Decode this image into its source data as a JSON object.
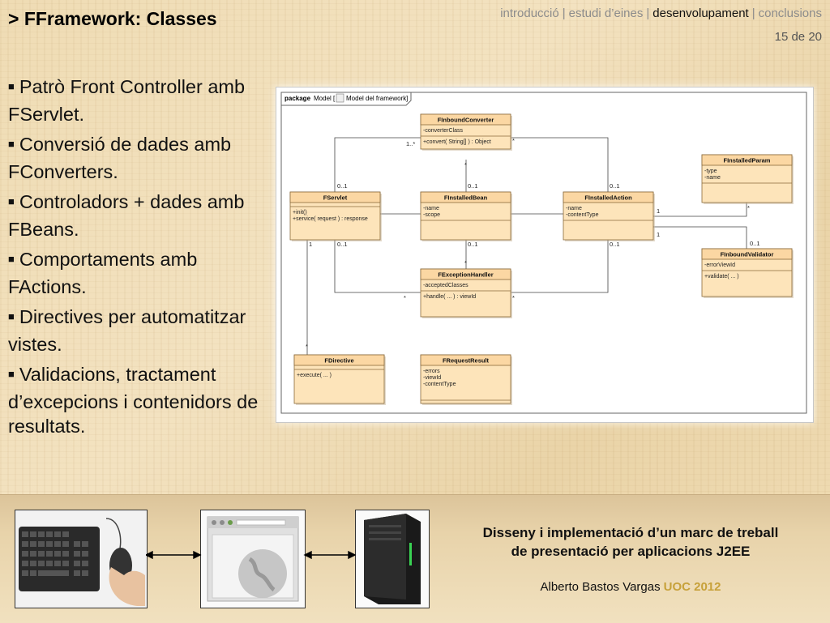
{
  "slide": {
    "title": "> FFramework: Classes",
    "number": "15 de 20"
  },
  "nav": {
    "items": [
      {
        "label": "introducció",
        "active": false
      },
      {
        "label": "estudi d’eines",
        "active": false
      },
      {
        "label": "desenvolupament",
        "active": true
      },
      {
        "label": "conclusions",
        "active": false
      }
    ],
    "separator": "|"
  },
  "bullets": [
    "Patrò Front Controller amb FServlet.",
    "Conversió de dades amb FConverters.",
    "Controladors + dades amb FBeans.",
    "Comportaments amb FActions.",
    "Directives per automatitzar vistes.",
    "Validacions, tractament d’excepcions i contenidors de resultats."
  ],
  "bullet_marker": "■",
  "diagram": {
    "package_label": "package",
    "package_name": "Model",
    "diagram_name": "Model del framework",
    "classes": {
      "inbound_converter": {
        "name": "FInboundConverter",
        "attributes": [
          "-converterClass"
        ],
        "operations": [
          "+convert( String[] ) : Object"
        ]
      },
      "servlet": {
        "name": "FServlet",
        "attributes": [],
        "operations": [
          "+init()",
          "+service( request ) : response"
        ]
      },
      "installed_bean": {
        "name": "FInstalledBean",
        "attributes": [
          "-name",
          "-scope"
        ],
        "operations": []
      },
      "installed_action": {
        "name": "FInstalledAction",
        "attributes": [
          "-name",
          "-contentType"
        ],
        "operations": []
      },
      "installed_param": {
        "name": "FInstalledParam",
        "attributes": [
          "-type",
          "-name"
        ],
        "operations": []
      },
      "inbound_validator": {
        "name": "FInboundValidator",
        "attributes": [
          "-errorViewId"
        ],
        "operations": [
          "+validate( ... )"
        ]
      },
      "exception_handler": {
        "name": "FExceptionHandler",
        "attributes": [
          "-acceptedClasses"
        ],
        "operations": [
          "+handle( ... ) : viewId"
        ]
      },
      "directive": {
        "name": "FDirective",
        "attributes": [],
        "operations": [
          "+execute( ... )"
        ]
      },
      "request_result": {
        "name": "FRequestResult",
        "attributes": [
          "-errors",
          "-viewId",
          "-contentType"
        ],
        "operations": []
      }
    },
    "multiplicities": {
      "conv_servlet_top": "1..*",
      "conv_action_top": "*",
      "conv_bean_bottom": "*",
      "servlet_to_conv": "0..1",
      "bean_to_conv": "0..1",
      "action_to_conv": "0..1",
      "servlet_to_dir": "1",
      "servlet_to_exc": "0..1",
      "bean_to_exc": "0..1",
      "action_to_exc": "0..1",
      "action_param": "1",
      "param_end": "*",
      "action_validator": "1",
      "validator_end": "0..1",
      "exc_left": "*",
      "exc_top": "*",
      "exc_right": "*",
      "dir_end": "*"
    }
  },
  "footer": {
    "title_line1": "Disseny i implementació d’un marc de treball",
    "title_line2": "de presentació per aplicacions J2EE",
    "author": "Alberto Bastos Vargas",
    "institution": "UOC 2012"
  },
  "colors": {
    "class_fill": "#fde4ba",
    "class_header": "#fbd7a3",
    "class_stroke": "#8a6a3a",
    "accent_uoc": "#c7a13a"
  }
}
